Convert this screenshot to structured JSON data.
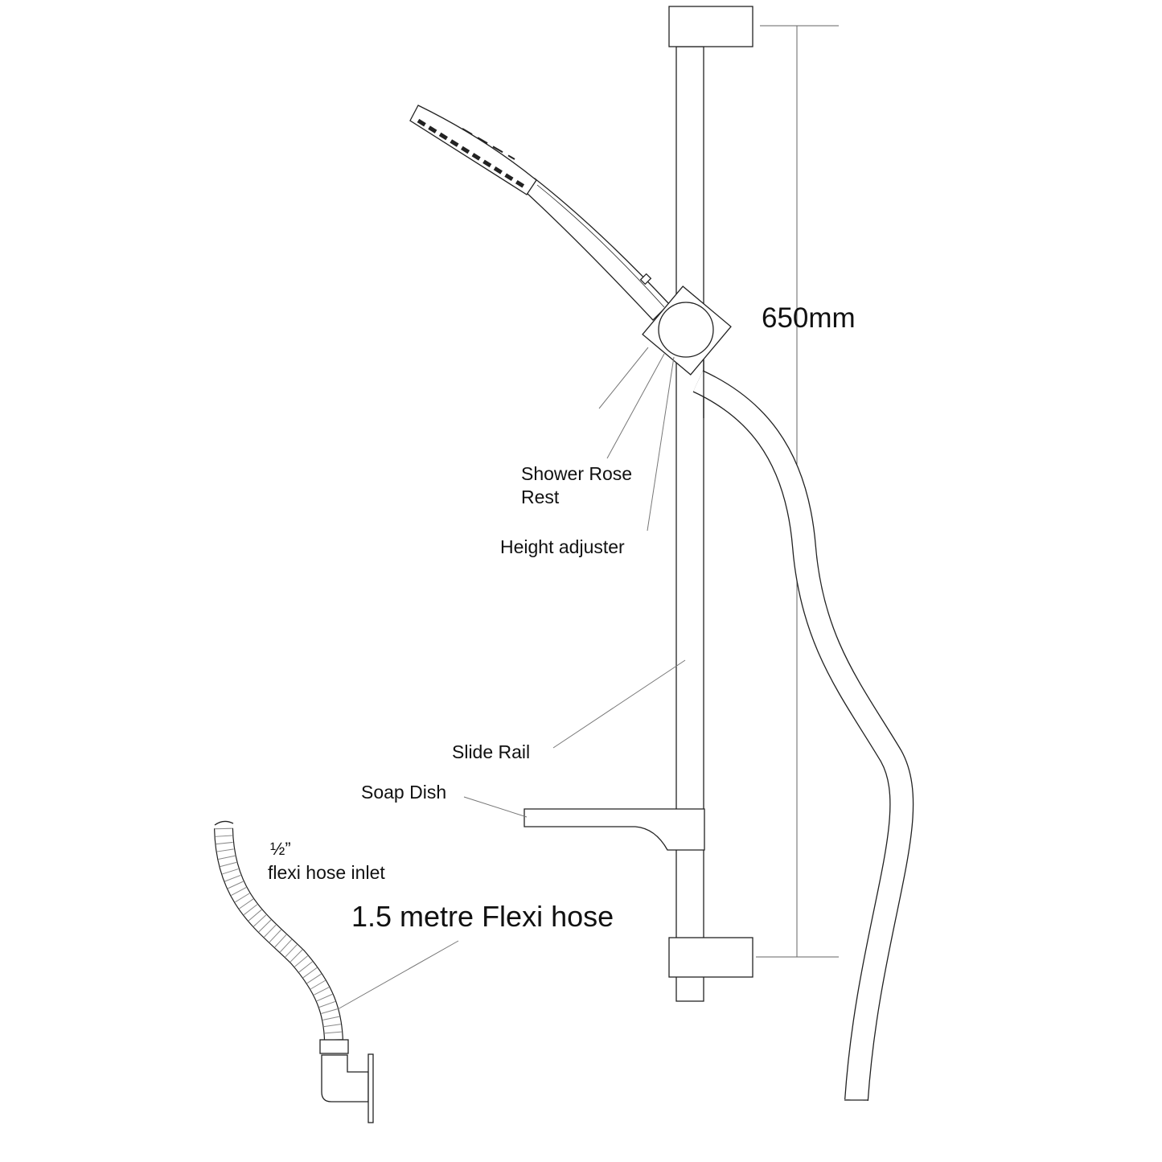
{
  "dimension": {
    "value_label": "650mm"
  },
  "labels": {
    "shower_rose_rest_line1": "Shower Rose",
    "shower_rose_rest_line2": "Rest",
    "height_adjuster": "Height adjuster",
    "slide_rail": "Slide Rail",
    "soap_dish": "Soap Dish",
    "flexi_hose": "1.5 metre Flexi hose",
    "inlet_size": "½”",
    "inlet": "flexi hose inlet"
  },
  "colors": {
    "line": "#222222",
    "leader": "#777777"
  }
}
